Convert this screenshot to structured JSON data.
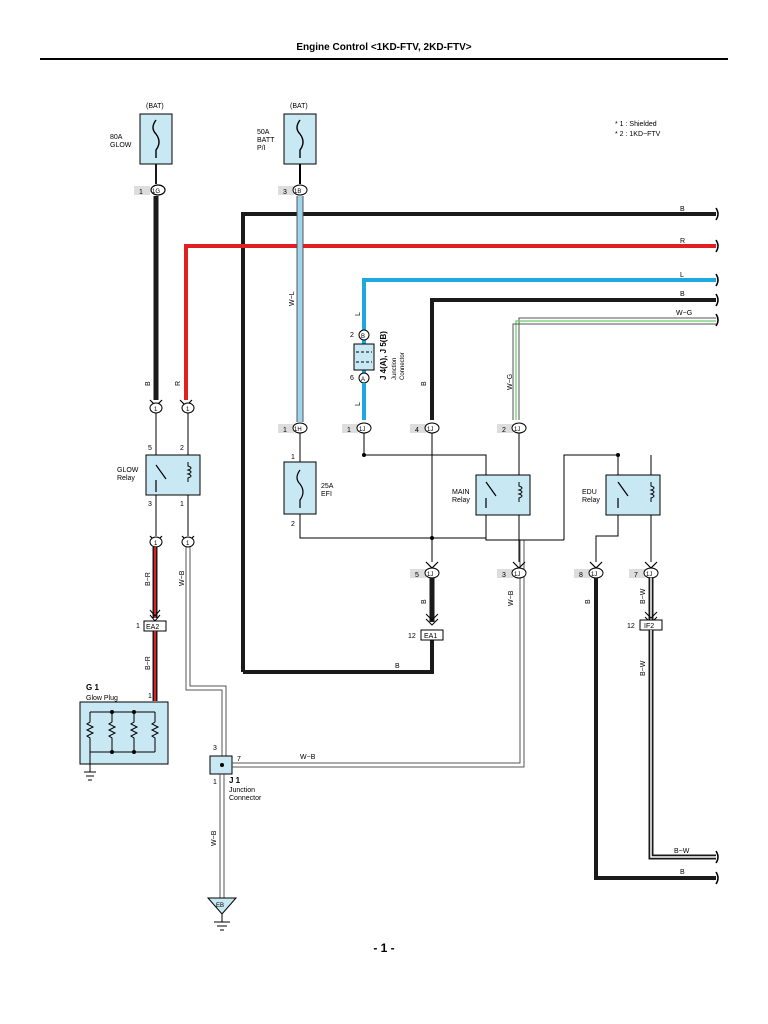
{
  "title": "Engine Control <1KD-FTV, 2KD-FTV>",
  "page_number": "- 1 -",
  "notes": [
    "* 1 : Shielded",
    "* 2 : 1KD−FTV"
  ],
  "bat_label": "(BAT)",
  "fuses": {
    "glow": {
      "line1": "80A",
      "line2": "GLOW"
    },
    "batt": {
      "line1": "50A",
      "line2": "BATT",
      "line3": "P/I"
    },
    "efi": {
      "line1": "25A",
      "line2": "EFI"
    }
  },
  "relays": {
    "glow": {
      "line1": "GLOW",
      "line2": "Relay"
    },
    "main": {
      "line1": "MAIN",
      "line2": "Relay"
    },
    "edu": {
      "line1": "EDU",
      "line2": "Relay"
    }
  },
  "glow_plug": {
    "code": "G 1",
    "name": "Glow Plug"
  },
  "junction_j1": {
    "code": "J 1",
    "line1": "Junction",
    "line2": "Connector"
  },
  "junction_j4j5": {
    "code": "J 4(A), J 5(B)",
    "line1": "Junction",
    "line2": "Connector"
  },
  "ground": "EB",
  "connectors": {
    "1G": "1G",
    "1B": "1B",
    "1H": "1H",
    "1J": "1J",
    "EA2": "EA2",
    "EA1": "EA1",
    "IF2": "IF2",
    "pin_1": "1",
    "pin_2": "2",
    "pin_3": "3",
    "pin_4": "4",
    "pin_5": "5",
    "pin_6": "6",
    "pin_7": "7",
    "pin_8": "8",
    "pin_12": "12",
    "pin_A": "A",
    "pin_B": "B"
  },
  "wire_colors": {
    "B": "B",
    "R": "R",
    "L": "L",
    "W_G": "W−G",
    "W_L": "W−L",
    "B_R": "B−R",
    "W_B": "W−B",
    "B_W": "B−W"
  },
  "colors": {
    "black": "#1a1a1a",
    "red": "#e02020",
    "blue": "#1ea8e0",
    "component_fill": "#c8e8f4",
    "gray": "#999999"
  }
}
